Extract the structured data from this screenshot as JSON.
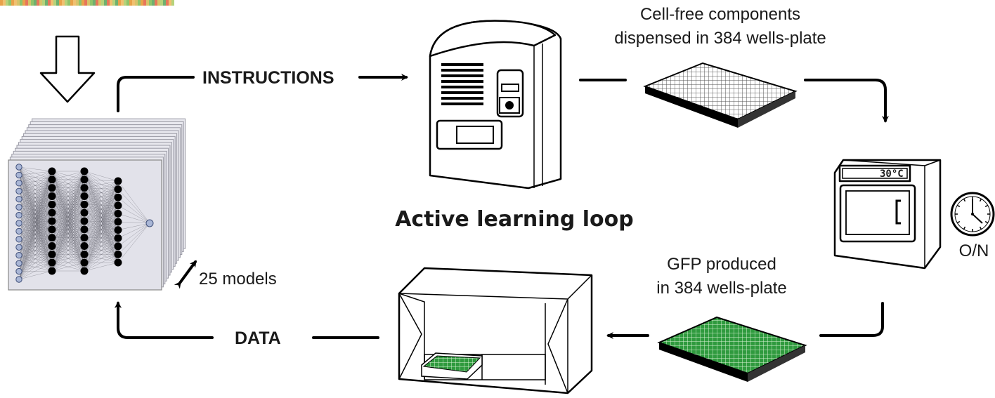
{
  "labels": {
    "instructions": "INSTRUCTIONS",
    "data": "DATA",
    "loop_title": "Active learning loop",
    "cellfree_line1": "Cell-free components",
    "cellfree_line2": "dispensed in 384 wells-plate",
    "gfp_line1": "GFP produced",
    "gfp_line2": "in 384 wells-plate",
    "models": "25 models",
    "incubation_time": "O/N",
    "incubator_temp": "30°C"
  },
  "colors": {
    "line": "#000000",
    "model_panel": "#e2e2ea",
    "input_node": "#a9b6d6",
    "hidden_node": "#000000",
    "gfp_green": "#2f9a3e",
    "plate_grey": "#8a8a8a",
    "top_strip": [
      "#e9a24a",
      "#8fc46a",
      "#d7c36a",
      "#e7765a",
      "#6fb06f",
      "#b6d27a",
      "#f0c070"
    ]
  },
  "icons": {
    "input_arrow": "hollow-down-arrow-icon",
    "robot": "liquid-handling-robot-icon",
    "empty_plate": "empty-384-well-plate-icon",
    "incubator": "incubator-icon",
    "clock": "clock-icon",
    "gfp_plate": "gfp-384-well-plate-icon",
    "reader": "plate-reader-icon",
    "models": "neural-network-ensemble-icon",
    "double_arrow": "double-arrow-icon"
  }
}
